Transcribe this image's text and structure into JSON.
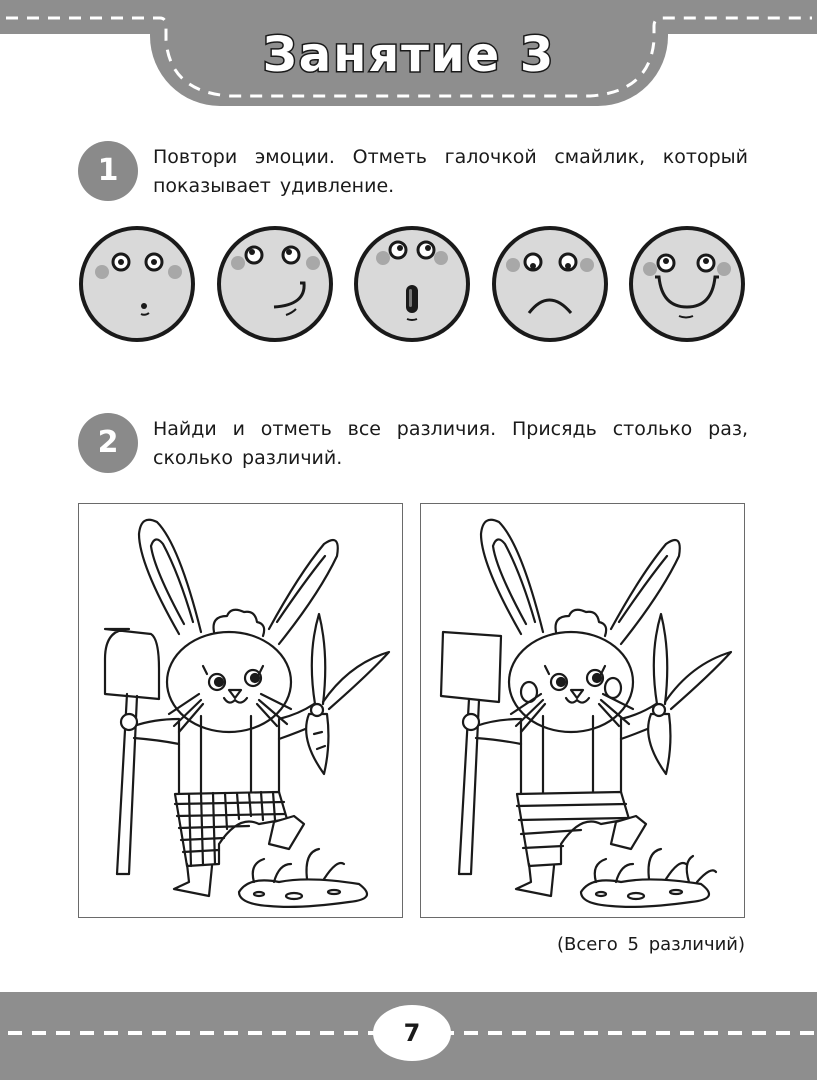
{
  "header": {
    "title": "Занятие 3"
  },
  "tasks": [
    {
      "number": "1",
      "text": "Повтори эмоции. Отметь галочкой смайлик, который показывает удивление."
    },
    {
      "number": "2",
      "text": "Найди и отметь все различия. Присядь столько раз, сколько различий."
    }
  ],
  "smileys": [
    {
      "emotion": "thoughtful",
      "icon": "thoughtful-face-icon"
    },
    {
      "emotion": "smirk",
      "icon": "smirk-face-icon"
    },
    {
      "emotion": "surprise",
      "icon": "surprised-face-icon"
    },
    {
      "emotion": "sadness",
      "icon": "sad-face-icon"
    },
    {
      "emotion": "joy",
      "icon": "happy-face-icon"
    }
  ],
  "pictures": {
    "left": {
      "label": "bunny-with-round-shovel-checkered-pants",
      "icon": "bunny-illustration-icon"
    },
    "right": {
      "label": "bunny-with-square-shovel-striped-pants",
      "icon": "bunny-illustration-icon"
    }
  },
  "footnote": "(Всего 5 различий)",
  "footer": {
    "page_number": "7"
  },
  "colors": {
    "band_gray": "#8e8e8e",
    "badge_gray": "#8a8a8a",
    "face_fill": "#d9d9d9",
    "cheek": "#a8a8a8",
    "ink": "#1a1a1a"
  }
}
